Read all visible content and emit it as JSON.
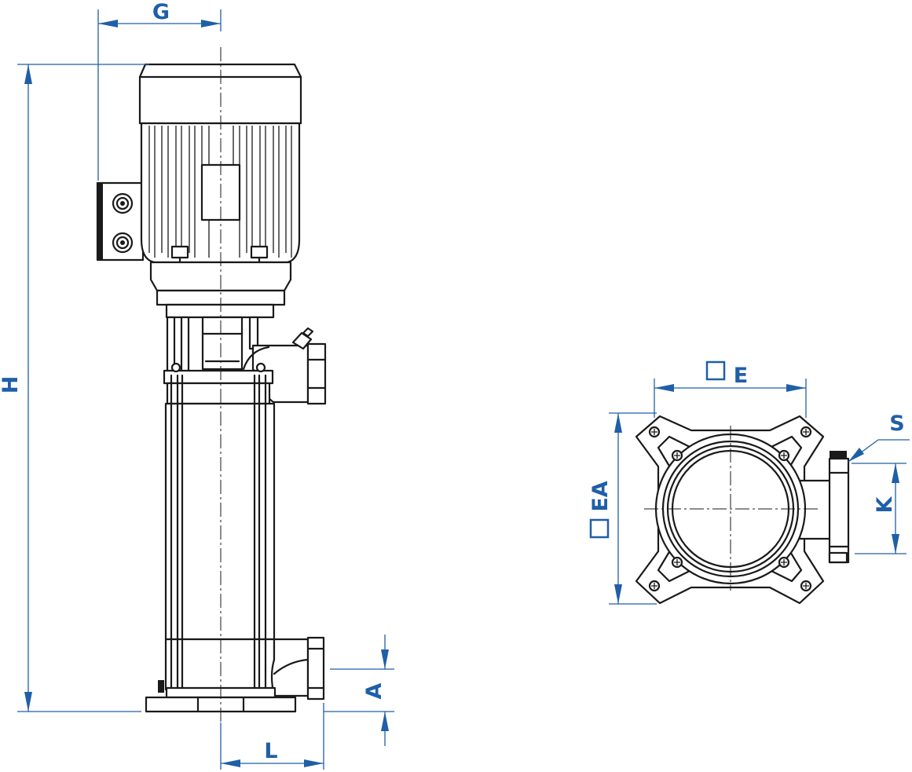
{
  "colors": {
    "dimension": "#1f5fa8",
    "outline": "#1a1a1a",
    "background": "#ffffff"
  },
  "labels": {
    "G": "G",
    "H": "H",
    "A": "A",
    "L": "L",
    "E": "E",
    "EA": "EA",
    "S": "S",
    "K": "K"
  },
  "symbols": {
    "square": "□"
  }
}
